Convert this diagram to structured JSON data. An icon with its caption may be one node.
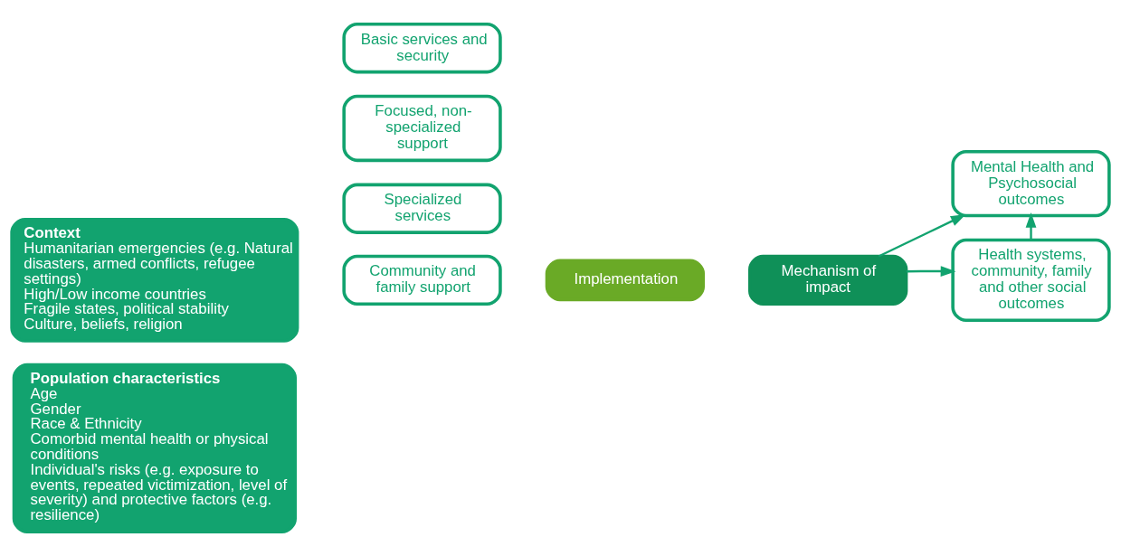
{
  "diagram": {
    "nodes": [
      {
        "text": [
          "Population characteristics",
          "Age",
          "Gender",
          "Race & Ethnicity",
          "Comorbid mental health or physical conditions",
          "Individual's risks (e.g. exposure to events, repeated victimization, level of severity) and protective factors (e.g. resilience)"
        ]
      },
      {
        "text": [
          "Context",
          "Humanitarian emergencies (e.g. Natural disasters, armed conflicts, refugee settings)",
          "High/Low income countries",
          "Fragile states, political stability",
          "Culture, beliefs, religion"
        ]
      },
      {
        "text": [
          "Specialized services"
        ]
      },
      {
        "text": [
          "Focused, non-specialized support"
        ]
      },
      {
        "text": [
          "Community and family support"
        ]
      },
      {
        "text": [
          "Basic services and security"
        ]
      },
      {
        "text": [
          "Implementation"
        ]
      },
      {
        "text": [
          "Mechanism of impact"
        ]
      },
      {
        "text": [
          "Mental Health and Psychosocial outcomes"
        ]
      },
      {
        "text": [
          "Health systems, community, family and other social outcomes"
        ]
      }
    ],
    "edges": [
      {
        "from": 7,
        "to": 8,
        "arrow": "to"
      },
      {
        "from": 7,
        "to": 9,
        "arrow": "to"
      },
      {
        "from": 9,
        "to": 8,
        "arrow": "to"
      }
    ]
  }
}
